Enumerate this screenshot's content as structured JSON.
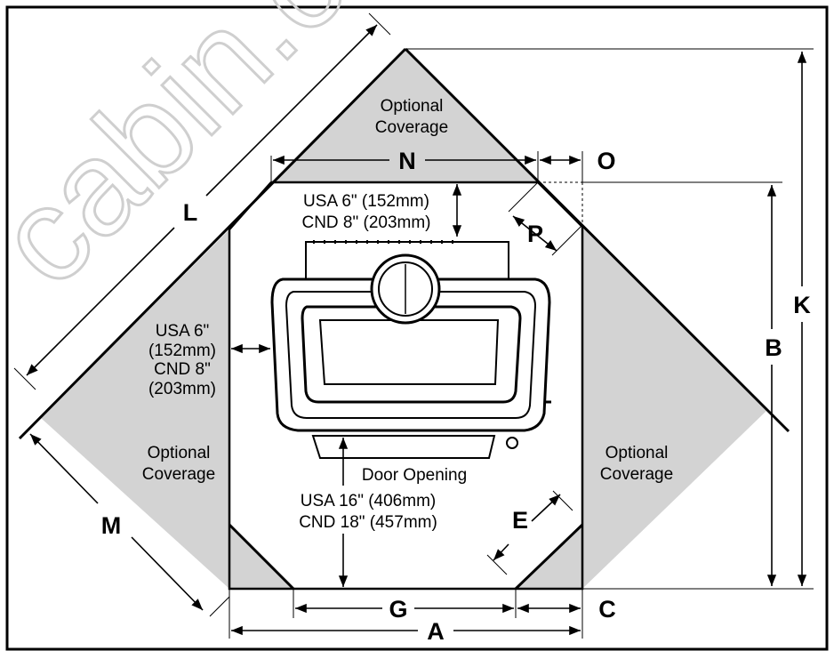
{
  "watermark": "cabin.co",
  "dimensions": {
    "A": "A",
    "B": "B",
    "C": "C",
    "E": "E",
    "G": "G",
    "K": "K",
    "L": "L",
    "M": "M",
    "N": "N",
    "O": "O",
    "P": "P"
  },
  "labels": {
    "optional_top": [
      "Optional",
      "Coverage"
    ],
    "optional_left": [
      "Optional",
      "Coverage"
    ],
    "optional_right": [
      "Optional",
      "Coverage"
    ],
    "door_opening": "Door Opening",
    "rear_clearance": [
      "USA 6\" (152mm)",
      "CND 8\" (203mm)"
    ],
    "side_clearance": [
      "USA 6\"",
      "(152mm)",
      "CND 8\"",
      "(203mm)"
    ],
    "front_clearance": [
      "USA 16\" (406mm)",
      "CND 18\" (457mm)"
    ]
  },
  "colors": {
    "coverage": "#d3d3d3",
    "line": "#000000",
    "watermark": "#cfcfcf"
  }
}
